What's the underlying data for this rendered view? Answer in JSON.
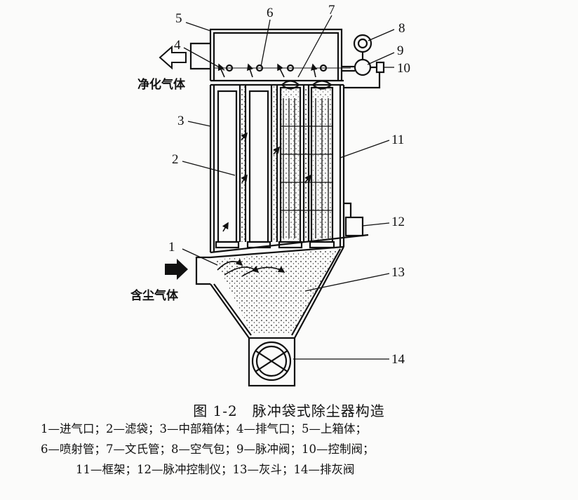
{
  "diagram": {
    "callouts": [
      "1",
      "2",
      "3",
      "4",
      "5",
      "6",
      "7",
      "8",
      "9",
      "10",
      "11",
      "12",
      "13",
      "14"
    ],
    "outlet_label": "净化气体",
    "inlet_label": "含尘气体"
  },
  "caption": {
    "title": "图 1-2　脉冲袋式除尘器构造",
    "legend_line1": "1—进气口；2—滤袋；3—中部箱体；4—排气口；5—上箱体；",
    "legend_line2": "6—喷射管；7—文氏管；8—空气包；9—脉冲阀；10—控制阀；",
    "legend_line3": "11—框架；12—脉冲控制仪；13—灰斗；14—排灰阀"
  }
}
